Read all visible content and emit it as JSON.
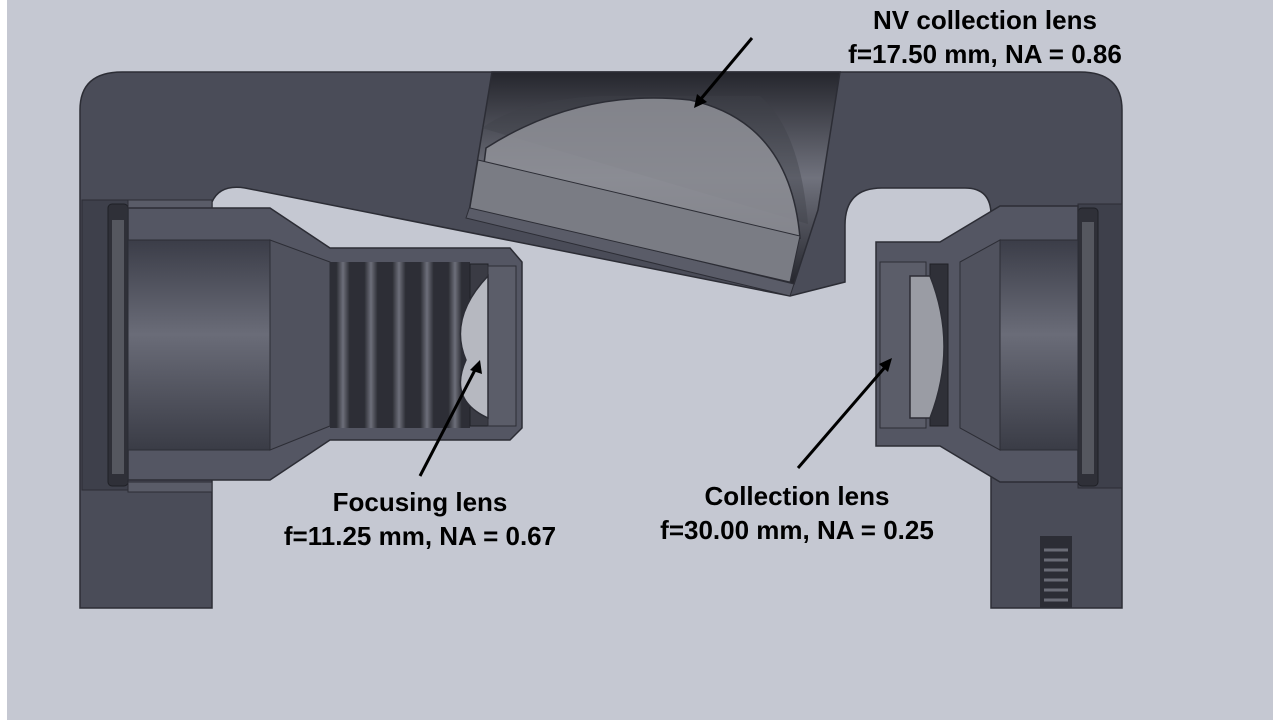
{
  "colors": {
    "background": "#c5c8d2",
    "housing": "#4a4c58",
    "housing_edge": "#2c2d35",
    "lens_glass": "#8f9198",
    "arrow": "#000000"
  },
  "labels": {
    "nv_collection": {
      "name": "NV collection lens",
      "specs": "f=17.50 mm,  NA = 0.86"
    },
    "focusing": {
      "name": "Focusing lens",
      "specs": "f=11.25 mm,  NA = 0.67"
    },
    "collection": {
      "name": "Collection lens",
      "specs": "f=30.00 mm,  NA = 0.25"
    }
  }
}
